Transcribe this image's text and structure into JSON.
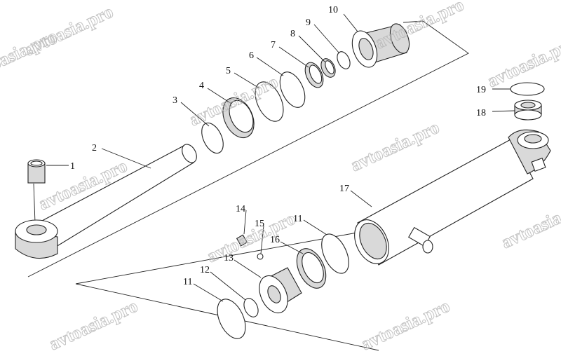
{
  "watermark": "avtoasia.pro",
  "callouts": {
    "c1": "1",
    "c2": "2",
    "c3": "3",
    "c4": "4",
    "c5": "5",
    "c6": "6",
    "c7": "7",
    "c8": "8",
    "c9": "9",
    "c10": "10",
    "c11a": "11",
    "c11b": "11",
    "c12": "12",
    "c13": "13",
    "c14": "14",
    "c15": "15",
    "c16": "16",
    "c17": "17",
    "c18": "18",
    "c19": "19"
  }
}
